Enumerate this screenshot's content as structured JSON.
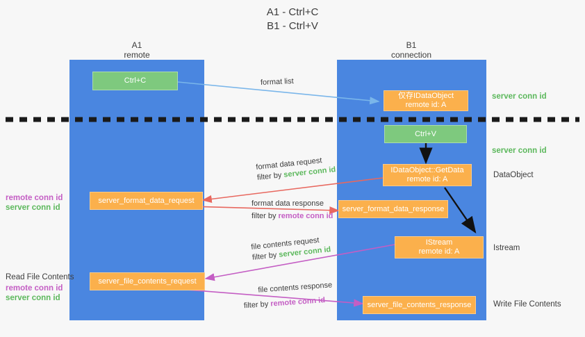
{
  "diagram": {
    "title_line1": "A1 - Ctrl+C",
    "title_line2": "B1 - Ctrl+V",
    "background": "#f7f7f7",
    "lane_color": "#4a86e0",
    "green_color": "#7ec97e",
    "orange_color": "#fbb04c",
    "accent_green_text": "#5cb85c",
    "accent_purple_text": "#c45ec4"
  },
  "columns": [
    {
      "name": "A1",
      "sub": "remote"
    },
    {
      "name": "B1",
      "sub": "connection"
    }
  ],
  "nodes": {
    "ctrl_c": {
      "label": "Ctrl+C"
    },
    "ctrl_v": {
      "label": "Ctrl+V"
    },
    "data_object": {
      "line1": "仅存IDataObject",
      "line2": "remote id: A"
    },
    "get_data": {
      "line1": "IDataObject::GetData",
      "line2": "remote id: A"
    },
    "istream": {
      "line1": "IStream",
      "line2": "remote id: A"
    },
    "fmt_req": {
      "label": "server_format_data_request"
    },
    "fmt_resp": {
      "label": "server_format_data_response"
    },
    "file_req": {
      "label": "server_file_contents_request"
    },
    "file_resp": {
      "label": "server_file_contents_response"
    }
  },
  "right_labels": [
    {
      "text": "server conn id",
      "style": "green"
    },
    {
      "text": "server conn id",
      "style": "green"
    },
    {
      "text": "DataObject",
      "style": "plain"
    },
    {
      "text": "Istream",
      "style": "plain"
    },
    {
      "text": "Write File Contents",
      "style": "plain"
    }
  ],
  "left_labels": {
    "block1": {
      "line1": "remote conn id",
      "line2": "server conn id"
    },
    "block2": {
      "title": "Read File Contents",
      "line1": "remote conn id",
      "line2": "server conn id"
    }
  },
  "edges": {
    "format_list": {
      "label": "format list"
    },
    "fmt_data_request": {
      "line1": "format data request",
      "prefix": "filter by ",
      "key": "server conn id",
      "key_style": "green"
    },
    "fmt_data_response": {
      "line1": "format data response",
      "prefix": "filter by ",
      "key": "remote conn id",
      "key_style": "purple"
    },
    "file_contents_request": {
      "line1": "file contents request",
      "prefix": "filter by ",
      "key": "server conn id",
      "key_style": "green"
    },
    "file_contents_response": {
      "line1": "file contents response",
      "prefix": "filter by ",
      "key": "remote conn id",
      "key_style": "purple"
    }
  },
  "divider": {
    "style": "dashed-black"
  }
}
